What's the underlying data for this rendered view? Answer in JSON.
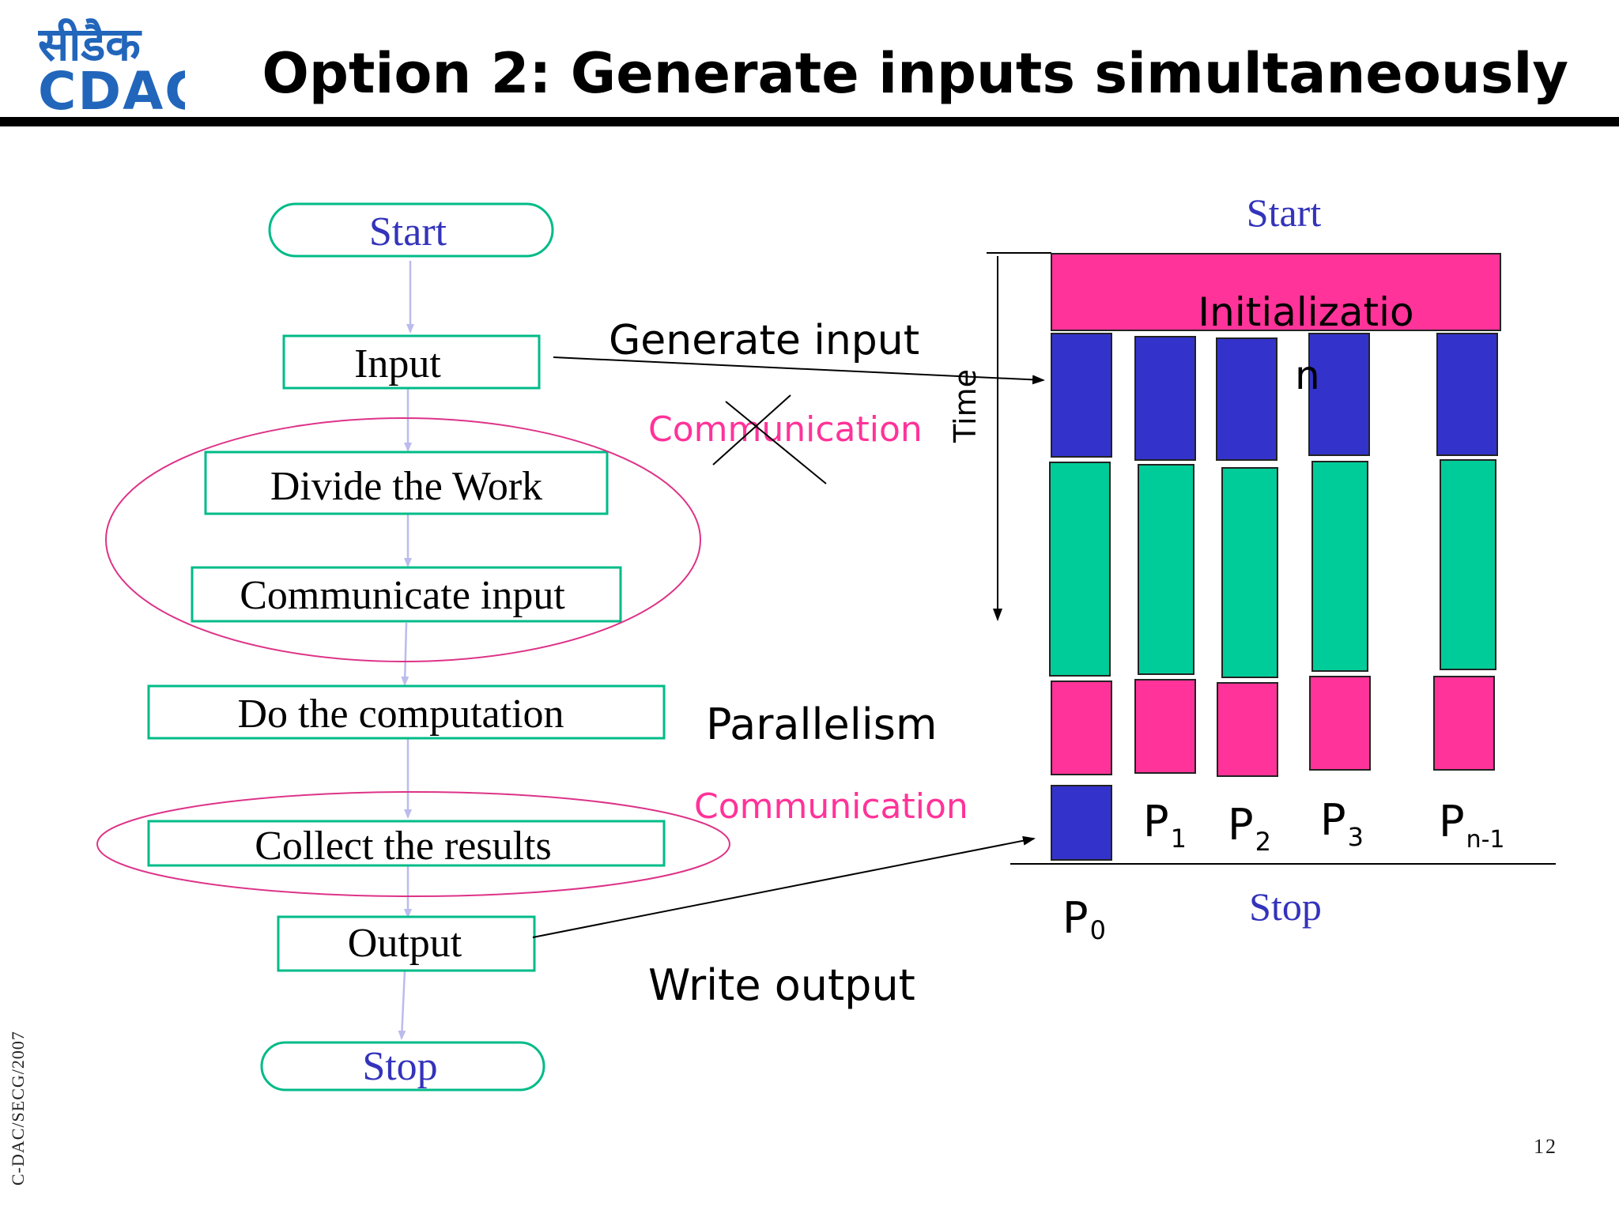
{
  "header": {
    "logo_hindi": "सीडैक",
    "logo_english": "CDAC",
    "title": "Option 2: Generate inputs simultaneously"
  },
  "flowchart": {
    "start": "Start",
    "input": "Input",
    "divide": "Divide the Work",
    "communicate": "Communicate input",
    "compute": "Do the computation",
    "collect": "Collect the results",
    "output": "Output",
    "stop": "Stop"
  },
  "annotations": {
    "generate_input": "Generate input",
    "communication_crossed": "Communication",
    "parallelism": "Parallelism",
    "communication": "Communication",
    "write_output": "Write output"
  },
  "timeline": {
    "start": "Start",
    "stop": "Stop",
    "time_label": "Time",
    "init_line1": "Initializatio",
    "init_line2": "n",
    "processors": {
      "p0": "P",
      "p0_sub": "0",
      "p1": "P",
      "p1_sub": "1",
      "p2": "P",
      "p2_sub": "2",
      "p3": "P",
      "p3_sub": "3",
      "pn": "P",
      "pn_sub": "n-1"
    },
    "colors": {
      "init": "#ff3399",
      "input": "#3333cc",
      "compute": "#00cc99",
      "result": "#ff3399"
    }
  },
  "footer": {
    "left": "C-DAC/SECG/2007",
    "page_number": "12"
  }
}
